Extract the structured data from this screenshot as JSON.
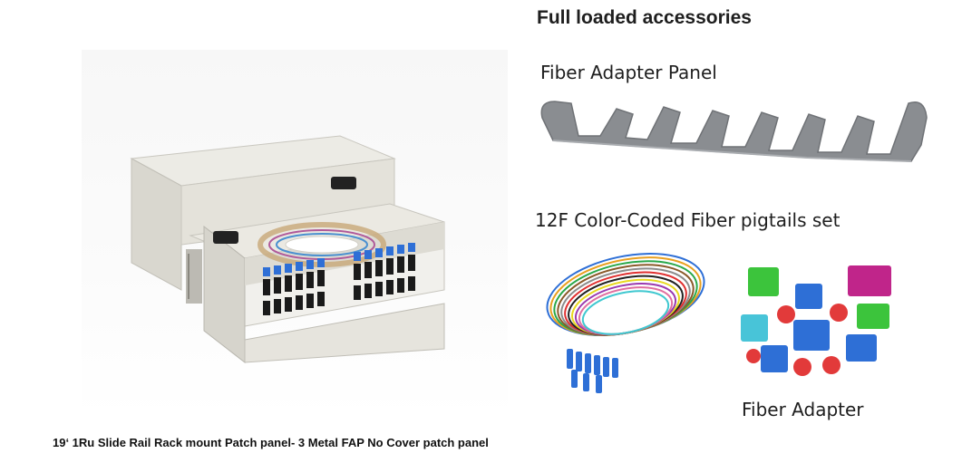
{
  "headings": {
    "accessories": "Full loaded accessories",
    "adapter_panel": "Fiber Adapter Panel",
    "pigtails": "12F Color-Coded Fiber pigtails set",
    "adapter": "Fiber Adapter"
  },
  "caption": "19‘ 1Ru Slide Rail Rack mount Patch panel- 3 Metal FAP No Cover patch panel",
  "images": {
    "patch_panel": "rack-mount-patch-panel-photo",
    "adapter_panel": "fiber-adapter-panel-photo",
    "pigtails": "fiber-pigtails-photo",
    "adapters": "fiber-adapters-photo"
  },
  "colors": {
    "panel_body": "#e2e0d8",
    "panel_interior": "#efeeea",
    "adapter_blue": "#2e6fd6",
    "adapter_panel_gray": "#8a8d91",
    "adapter_green": "#3cc43c",
    "adapter_red": "#e23a3a",
    "adapter_aqua": "#48c4d8",
    "adapter_magenta": "#c0258a"
  }
}
